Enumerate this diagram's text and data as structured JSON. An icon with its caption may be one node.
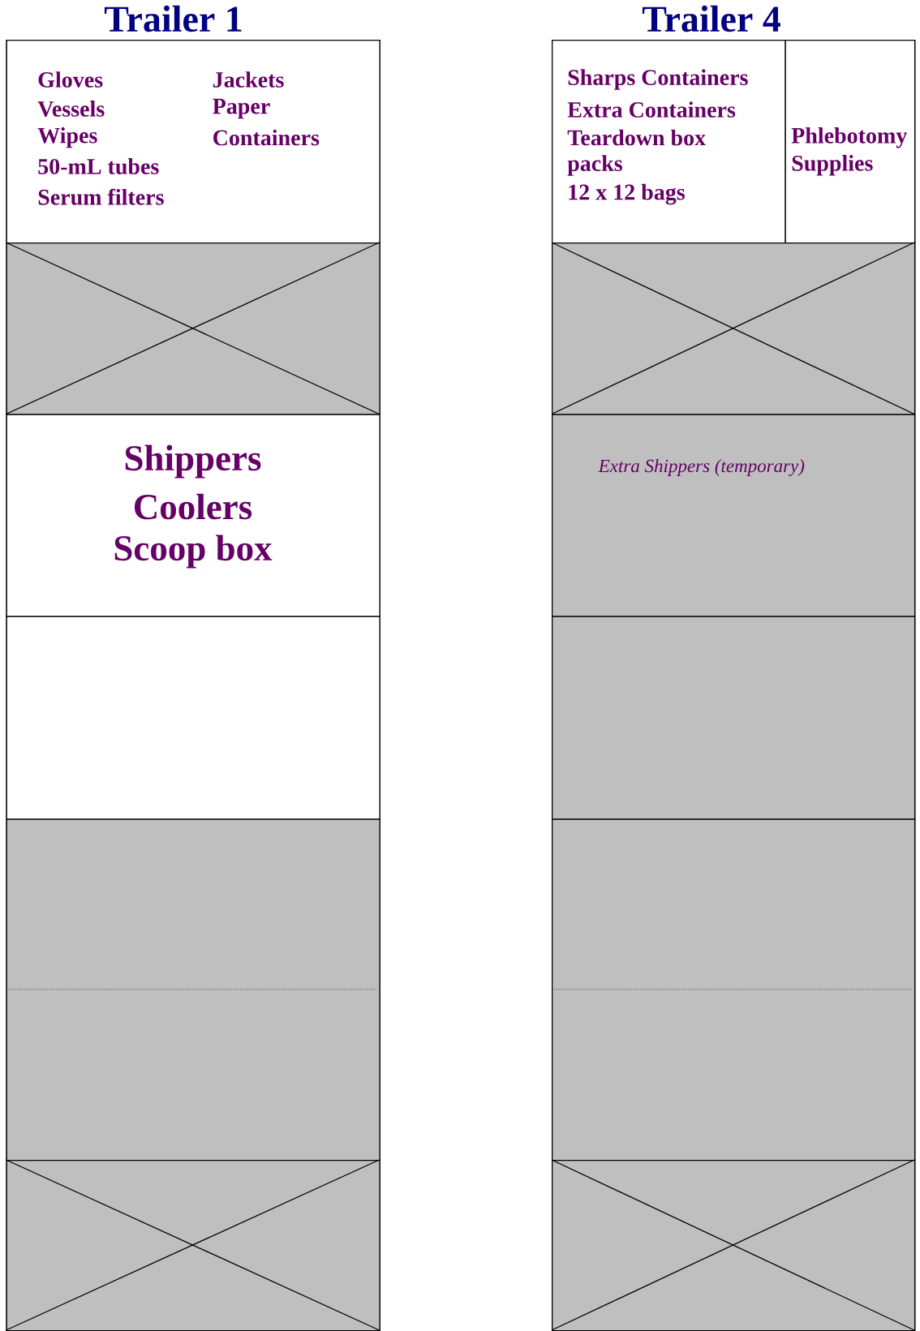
{
  "diagram": {
    "nodes": [
      {
        "text": [
          "Trailer 1"
        ]
      },
      {
        "text": [
          "Gloves",
          "Vessels",
          "Wipes",
          "50-mL tubes",
          "Serum filters",
          "Jackets",
          "Paper",
          "Containers"
        ],
        "in": 0
      },
      {
        "text": [],
        "shape": "box",
        "in": 0
      },
      {
        "text": [
          "Shippers",
          "Coolers",
          "Scoop box"
        ],
        "in": 0
      },
      {
        "text": [],
        "shape": "box",
        "in": 0
      },
      {
        "text": [],
        "shape": "box",
        "in": 0
      },
      {
        "text": [],
        "shape": "box",
        "in": 0
      },
      {
        "text": [
          "Trailer 4"
        ]
      },
      {
        "text": [
          "Sharps Containers",
          "Extra Containers",
          "Teardown box",
          "packs",
          "12 x 12 bags"
        ],
        "in": 7
      },
      {
        "text": [
          "Phlebotomy Supplies"
        ],
        "in": 7
      },
      {
        "text": [],
        "shape": "box",
        "in": 7
      },
      {
        "text": [
          "Extra Shippers (temporary)"
        ],
        "in": 7
      },
      {
        "text": [],
        "shape": "box",
        "in": 7
      },
      {
        "text": [],
        "shape": "box",
        "in": 7
      },
      {
        "text": [],
        "shape": "box",
        "in": 7
      }
    ]
  }
}
